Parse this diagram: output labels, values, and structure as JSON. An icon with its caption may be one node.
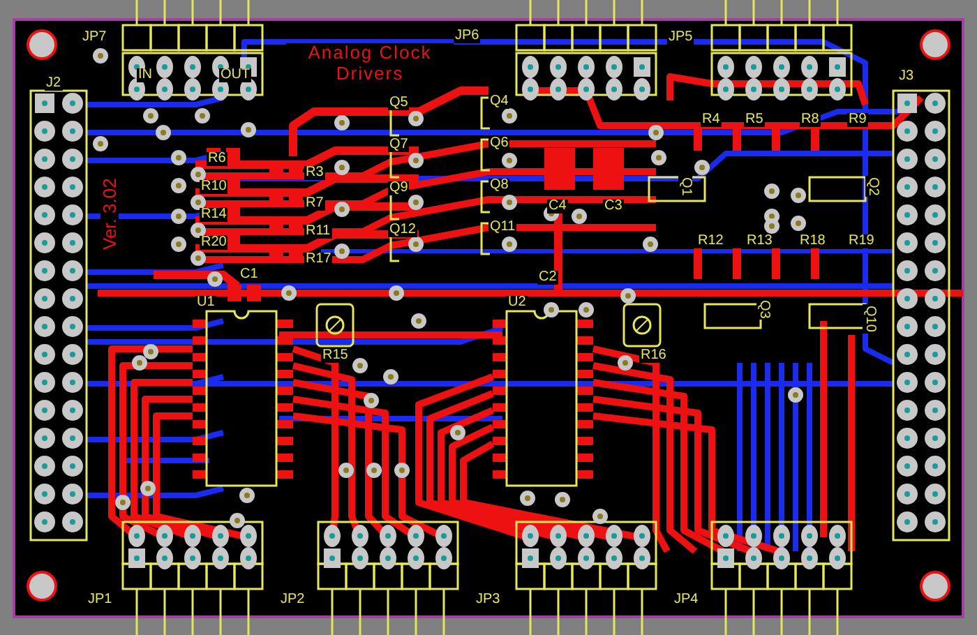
{
  "diagram": {
    "labels": [
      "JP7",
      "IN",
      "OUT",
      "Analog Clock Drivers",
      "JP6",
      "JP5",
      "J2",
      "J3",
      "Q5",
      "Q4",
      "R4",
      "R5",
      "R8",
      "R9",
      "R6",
      "R3",
      "Q7",
      "Q6",
      "R10",
      "R7",
      "Q9",
      "Q8",
      "C4",
      "C3",
      "Q1",
      "Q2",
      "R14",
      "R11",
      "Q12",
      "Q11",
      "R20",
      "R17",
      "R12",
      "R13",
      "R18",
      "R19",
      "Ver. 3.02",
      "C1",
      "C2",
      "U1",
      "U2",
      "Q3",
      "Q10",
      "R15",
      "R16",
      "JP1",
      "JP2",
      "JP3",
      "JP4"
    ]
  }
}
